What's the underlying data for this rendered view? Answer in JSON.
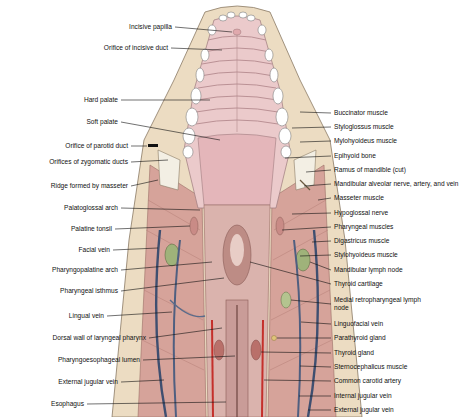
{
  "diagram": {
    "labels": [
      "Incisive papilla",
      "Orifice of incisive duct",
      "Hard palate",
      "Soft palate",
      "Orifice of parotid duct",
      "Orifices of zygomatic ducts",
      "Ridge formed by masseter",
      "Palatoglossal arch",
      "Palatine tonsil",
      "Facial vein",
      "Pharyngopalatine arch",
      "Pharyngeal isthmus",
      "Lingual vein",
      "Dorsal wall of laryngeal pharynx",
      "Pharyngoesophageal lumen",
      "External jugular vein",
      "Esophagus",
      "Buccinator muscle",
      "Styloglossus muscle",
      "Mylohyoideus muscle",
      "Epihyoid bone",
      "Ramus of mandible (cut)",
      "Mandibular alveolar nerve, artery, and vein",
      "Masseter muscle",
      "Hypoglossal nerve",
      "Pharyngeal muscles",
      "Digastricus muscle",
      "Stylohyoideus muscle",
      "Mandibular lymph node",
      "Thyroid cartilage",
      "Medial retropharyngeal lymph node",
      "Linguofacial vein",
      "Parathyroid gland",
      "Thyroid gland",
      "Sternocephalicus muscle",
      "Common carotid artery",
      "Internal jugular vein",
      "External jugular vein"
    ]
  }
}
